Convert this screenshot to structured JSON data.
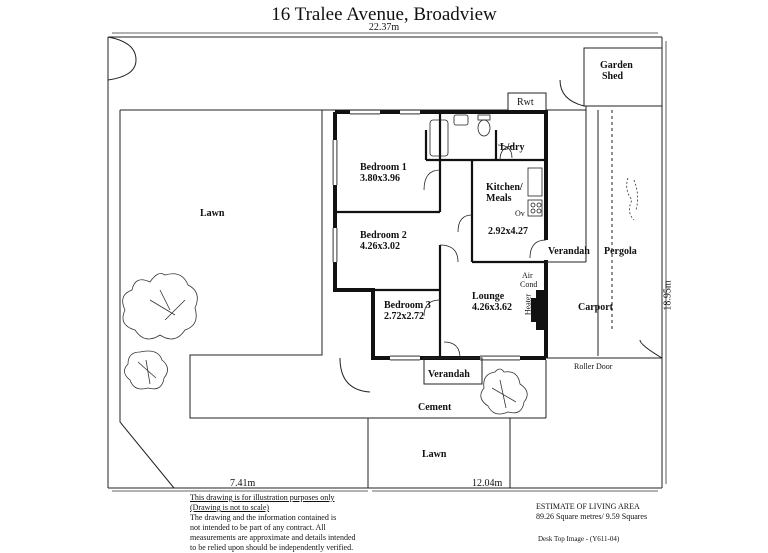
{
  "title": "16 Tralee Avenue,  Broadview",
  "dimensions": {
    "top_width": "22.37m",
    "side_depth": "18.95m",
    "bottom_left": "7.41m",
    "bottom_right": "12.04m"
  },
  "rooms": {
    "bedroom1": {
      "name": "Bedroom 1",
      "size": "3.80x3.96"
    },
    "bedroom2": {
      "name": "Bedroom 2",
      "size": "4.26x3.02"
    },
    "bedroom3": {
      "name": "Bedroom 3",
      "size": "2.72x2.72"
    },
    "kitchen": {
      "name_line1": "Kitchen/",
      "name_line2": "Meals",
      "size": "2.92x4.27"
    },
    "lounge": {
      "name": "Lounge",
      "size": "4.26x3.62"
    },
    "laundry": "L/dry"
  },
  "labels": {
    "garden_shed_1": "Garden",
    "garden_shed_2": "Shed",
    "rwt": "Rwt",
    "lawn_top": "Lawn",
    "lawn_bottom": "Lawn",
    "verandah_side": "Verandah",
    "verandah_front": "Verandah",
    "pergola": "Pergola",
    "carport": "Carport",
    "air_cond_1": "Air",
    "air_cond_2": "Cond",
    "heater": "Heater",
    "oven": "Ov",
    "roller_door": "Roller Door",
    "cement": "Cement"
  },
  "disclaimer": {
    "line1": "This drawing is for illustration purposes only",
    "line2": "(Drawing is not to scale)",
    "line3": "The drawing and the information contained is",
    "line4": "not intended to be part of any contract.  All",
    "line5": "measurements are approximate and details intended",
    "line6": "to be relied upon should be independently verified."
  },
  "estimate": {
    "heading": "ESTIMATE OF LIVING AREA",
    "value": "89.26 Square metres/  9.59 Squares"
  },
  "footer": "Desk Top Image -   (Y611-04)"
}
